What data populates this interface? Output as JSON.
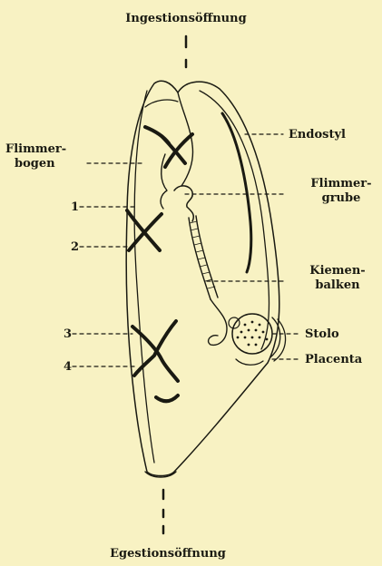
{
  "labels": {
    "top": "Ingestionsöffnung",
    "bottom": "Egestionsöffnung",
    "flimmerbogen_1": "Flimmer-",
    "flimmerbogen_2": "bogen",
    "endostyl": "Endostyl",
    "flimmergrube_1": "Flimmer-",
    "flimmergrube_2": "grube",
    "kiemenbalken_1": "Kiemen-",
    "kiemenbalken_2": "balken",
    "stolo": "Stolo",
    "placenta": "Placenta",
    "n1": "1",
    "n2": "2",
    "n3": "3",
    "n4": "4"
  },
  "colors": {
    "background": "#f8f2c3",
    "ink": "#1a1a12"
  }
}
